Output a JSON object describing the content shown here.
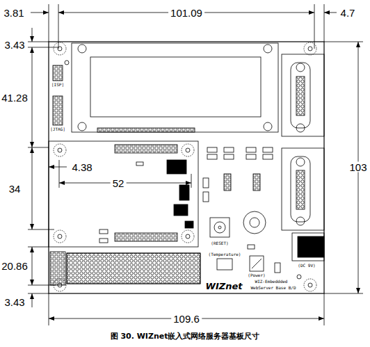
{
  "diagram": {
    "caption": "图 30. WIZnet嵌入式网络服务器基板尺寸",
    "labels": [
      "3.81",
      "101.09",
      "4.7",
      "3.43",
      "41.28",
      "103",
      "4.38",
      "52",
      "34",
      "20.86",
      "3.43",
      "109.6",
      "WIZnet",
      "WIZ-Embeddded",
      "WebServer Base B/D",
      "(RESET)",
      "(Temperature)",
      "(Power)",
      "(DC 9V)",
      "[ISP]",
      "[JTAG]"
    ]
  }
}
